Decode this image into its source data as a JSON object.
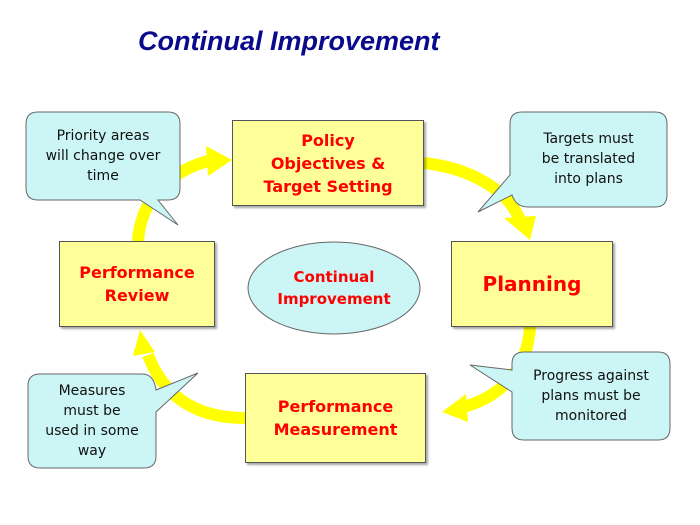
{
  "title": "Continual Improvement",
  "colors": {
    "title": "#0a0a8c",
    "box_fill": "#ffff99",
    "box_text": "#ff0000",
    "callout_fill": "#ccf5f5",
    "arrow": "#ffff00"
  },
  "center": {
    "line1": "Continual",
    "line2": "Improvement"
  },
  "boxes": {
    "policy": {
      "line1": "Policy",
      "line2": "Objectives &",
      "line3": "Target Setting"
    },
    "planning": {
      "line1": "Planning"
    },
    "measurement": {
      "line1": "Performance",
      "line2": "Measurement"
    },
    "review": {
      "line1": "Performance",
      "line2": "Review"
    }
  },
  "callouts": {
    "priority": {
      "line1": "Priority areas",
      "line2": "will change over",
      "line3": "time"
    },
    "targets": {
      "line1": "Targets must",
      "line2": "be translated",
      "line3": "into plans"
    },
    "progress": {
      "line1": "Progress against",
      "line2": "plans must be",
      "line3": "monitored"
    },
    "measures": {
      "line1": "Measures",
      "line2": "must be",
      "line3": "used in some",
      "line4": "way"
    }
  }
}
